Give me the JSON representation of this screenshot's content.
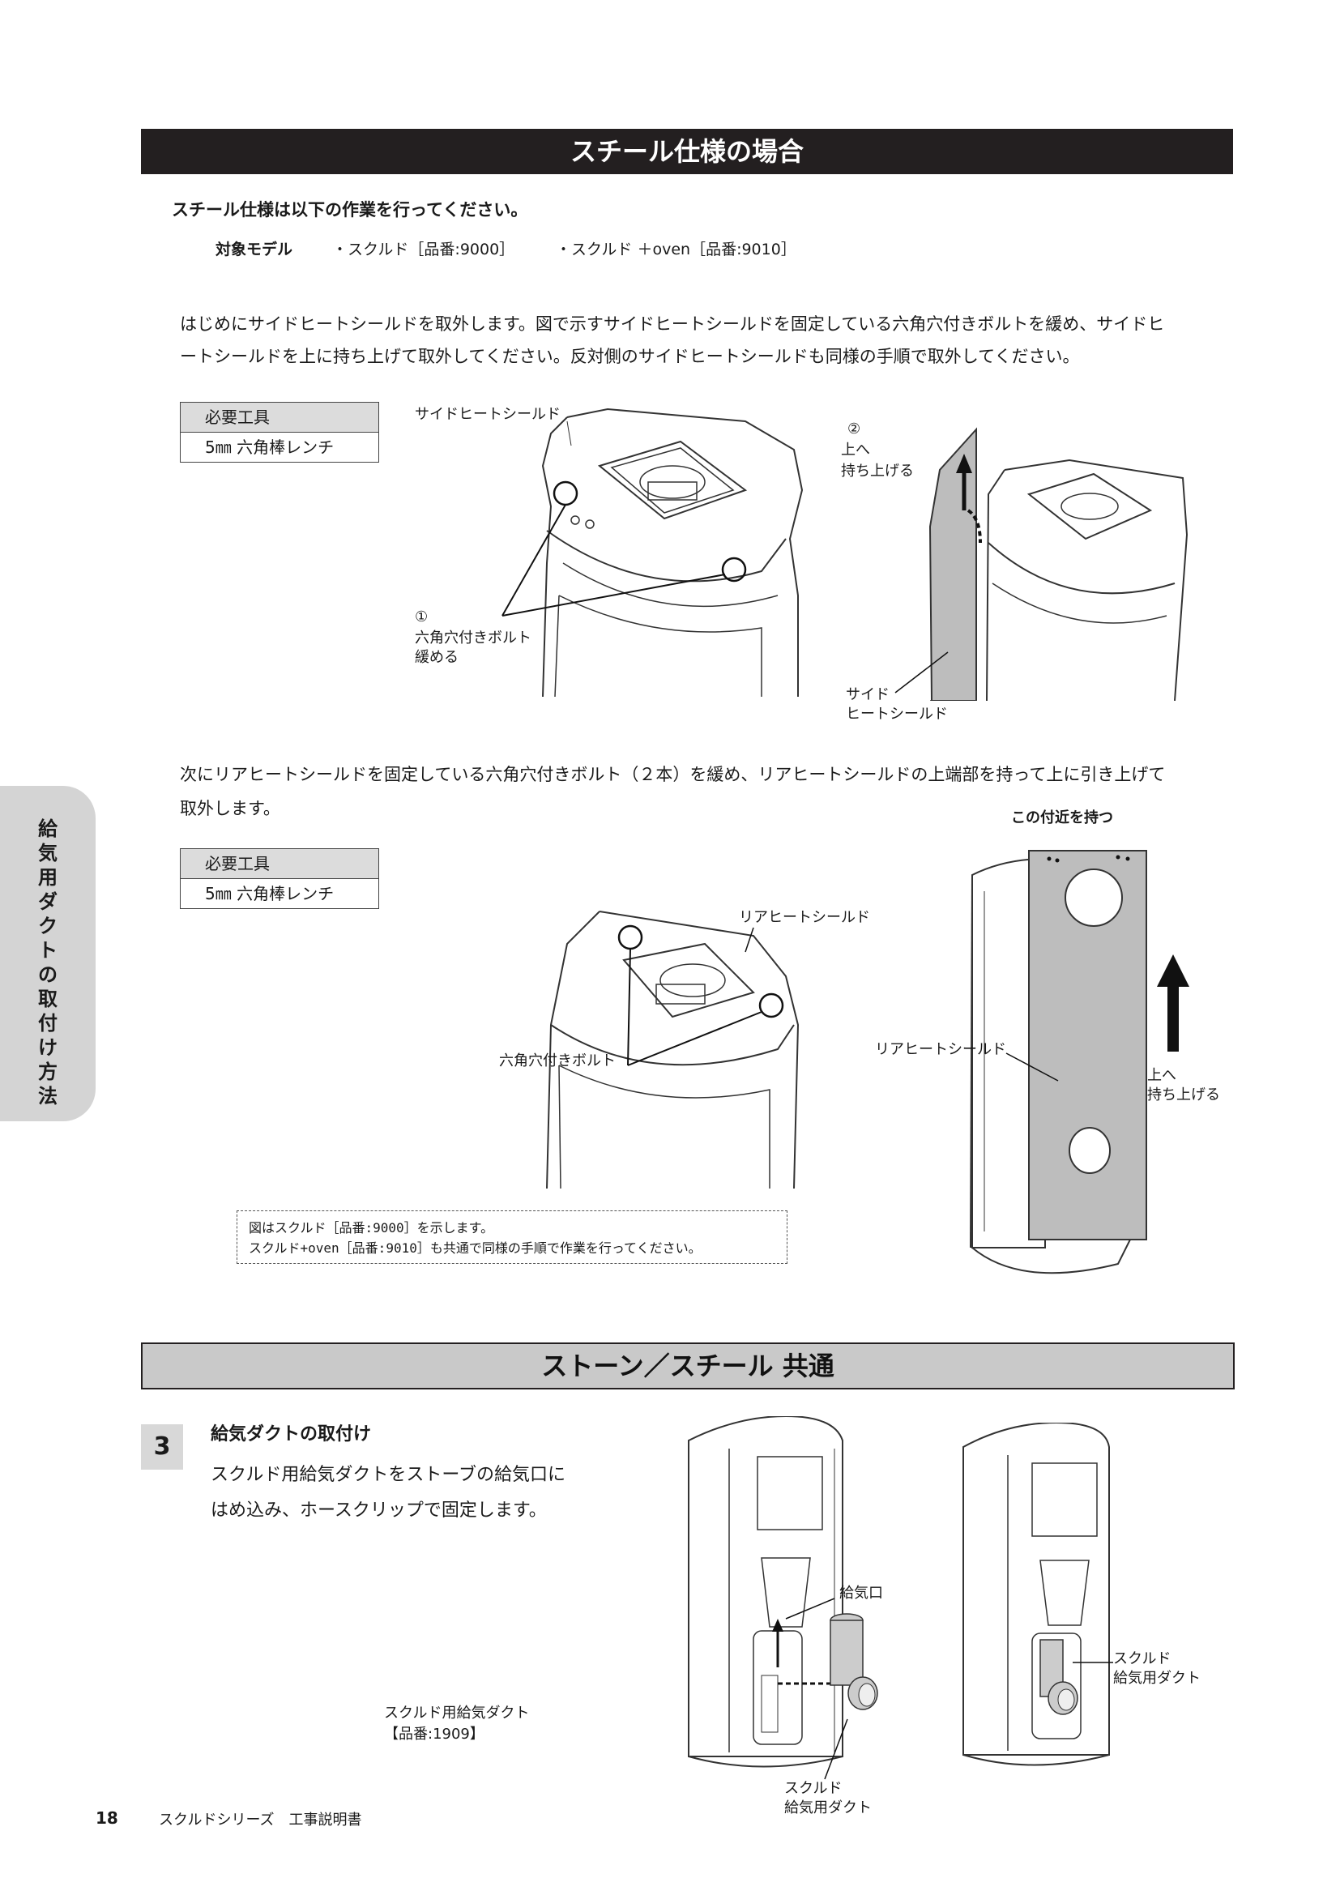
{
  "header": {
    "title": "スチール仕様の場合"
  },
  "intro": {
    "heading": "スチール仕様は以下の作業を行ってください。",
    "models_label": "対象モデル",
    "model1": "・スクルド［品番:9000］",
    "model2": "・スクルド ＋oven［品番:9010］"
  },
  "step_side": {
    "line1": "はじめにサイドヒートシールドを取外します。図で示すサイドヒートシールドを固定している六角穴付きボルトを緩め、サイドヒ",
    "line2": "ートシールドを上に持ち上げて取外してください。反対側のサイドヒートシールドも同様の手順で取外してください。",
    "tools": {
      "header": "必要工具",
      "item": "5㎜ 六角棒レンチ"
    },
    "fig1": {
      "label_shield": "サイドヒートシールド",
      "num": "①",
      "bolt_line1": "六角穴付きボルト",
      "bolt_line2": "緩める"
    },
    "fig2": {
      "num": "②",
      "lift_line1": "上へ",
      "lift_line2": "持ち上げる",
      "shield_line1": "サイド",
      "shield_line2": "ヒートシールド"
    }
  },
  "step_rear": {
    "line1": "次にリアヒートシールドを固定している六角穴付きボルト（２本）を緩め、リアヒートシールドの上端部を持って上に引き上げて",
    "line2": "取外します。",
    "tools": {
      "header": "必要工具",
      "item": "5㎜ 六角棒レンチ"
    },
    "fig1": {
      "label_shield": "リアヒートシールド",
      "label_bolt": "六角穴付きボルト"
    },
    "fig2": {
      "label_hold": "この付近を持つ",
      "label_shield": "リアヒートシールド",
      "lift_line1": "上へ",
      "lift_line2": "持ち上げる"
    },
    "note": {
      "line1": "図はスクルド［品番:9000］を示します。",
      "line2": "スクルド+oven［品番:9010］も共通で同様の手順で作業を行ってください。"
    }
  },
  "common": {
    "title": "ストーン／スチール 共通"
  },
  "step3": {
    "number": "3",
    "title": "給気ダクトの取付け",
    "line1": "スクルド用給気ダクトをストーブの給気口に",
    "line2": "はめ込み、ホースクリップで固定します。",
    "duct_caption1": "スクルド用給気ダクト",
    "duct_caption2": "【品番:1909】",
    "label_inlet": "給気口",
    "label_duct_a1": "スクルド",
    "label_duct_a2": "給気用ダクト",
    "label_duct_b1": "スクルド",
    "label_duct_b2": "給気用ダクト"
  },
  "side_tab": {
    "text": "給気用ダクトの取付け方法"
  },
  "footer": {
    "page": "18",
    "doc": "スクルドシリーズ　工事説明書"
  }
}
